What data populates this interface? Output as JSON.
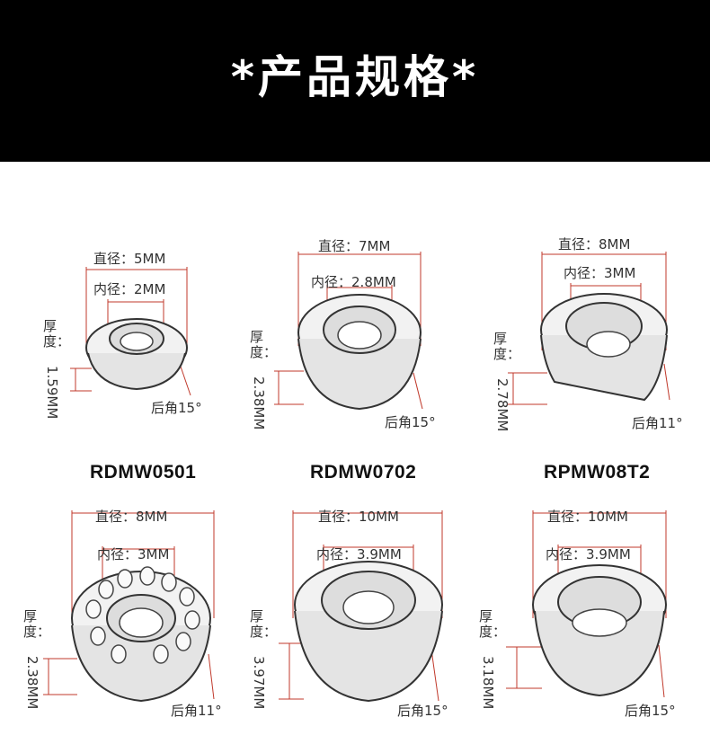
{
  "header": {
    "title": "*产品规格*"
  },
  "colors": {
    "banner": "#000000",
    "dimension_line": "#c0392b"
  },
  "labels": {
    "outer_diameter": "直径：",
    "inner_diameter": "内径：",
    "thickness": "厚度：",
    "relief_angle_prefix": "后角"
  },
  "inserts": [
    {
      "model": "RDMW0501",
      "outer": "5MM",
      "inner": "2MM",
      "thickness": "1.59MM",
      "angle": "15°"
    },
    {
      "model": "RDMW0702",
      "outer": "7MM",
      "inner": "2.8MM",
      "thickness": "2.38MM",
      "angle": "15°"
    },
    {
      "model": "RPMW08T2",
      "outer": "8MM",
      "inner": "3MM",
      "thickness": "2.78MM",
      "angle": "11°"
    },
    {
      "model": "",
      "outer": "8MM",
      "inner": "3MM",
      "thickness": "2.38MM",
      "angle": "11°"
    },
    {
      "model": "",
      "outer": "10MM",
      "inner": "3.9MM",
      "thickness": "3.97MM",
      "angle": "15°"
    },
    {
      "model": "",
      "outer": "10MM",
      "inner": "3.9MM",
      "thickness": "3.18MM",
      "angle": "15°"
    }
  ]
}
